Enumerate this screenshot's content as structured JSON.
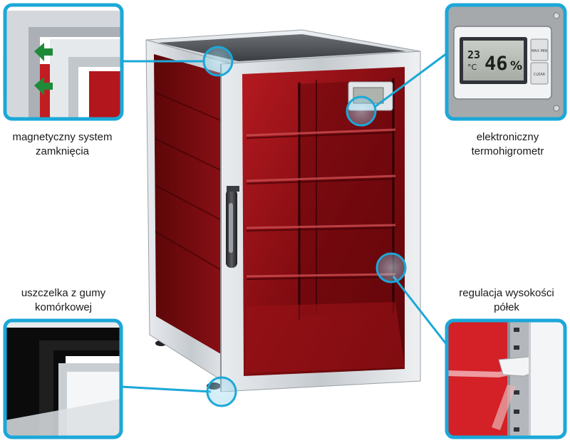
{
  "captions": {
    "magnetic_closure": [
      "magnetyczny system",
      "zamknięcia"
    ],
    "thermohygrometer": [
      "elektroniczny",
      "termohigrometr"
    ],
    "rubber_gasket": [
      "uszczelka z gumy",
      "komórkowej"
    ],
    "shelf_adjustment": [
      "regulacja wysokości",
      "półek"
    ]
  },
  "display": {
    "temperature": "23",
    "temperature_unit": "°C",
    "humidity": "46",
    "humidity_unit": "%",
    "button_top": "MAX MIN",
    "button_bottom": "CLEAR"
  },
  "colors": {
    "accent_blue": "#1ba8d8",
    "cabinet_red": "#8e0f14",
    "frame_silver": "#c9cdd1"
  }
}
